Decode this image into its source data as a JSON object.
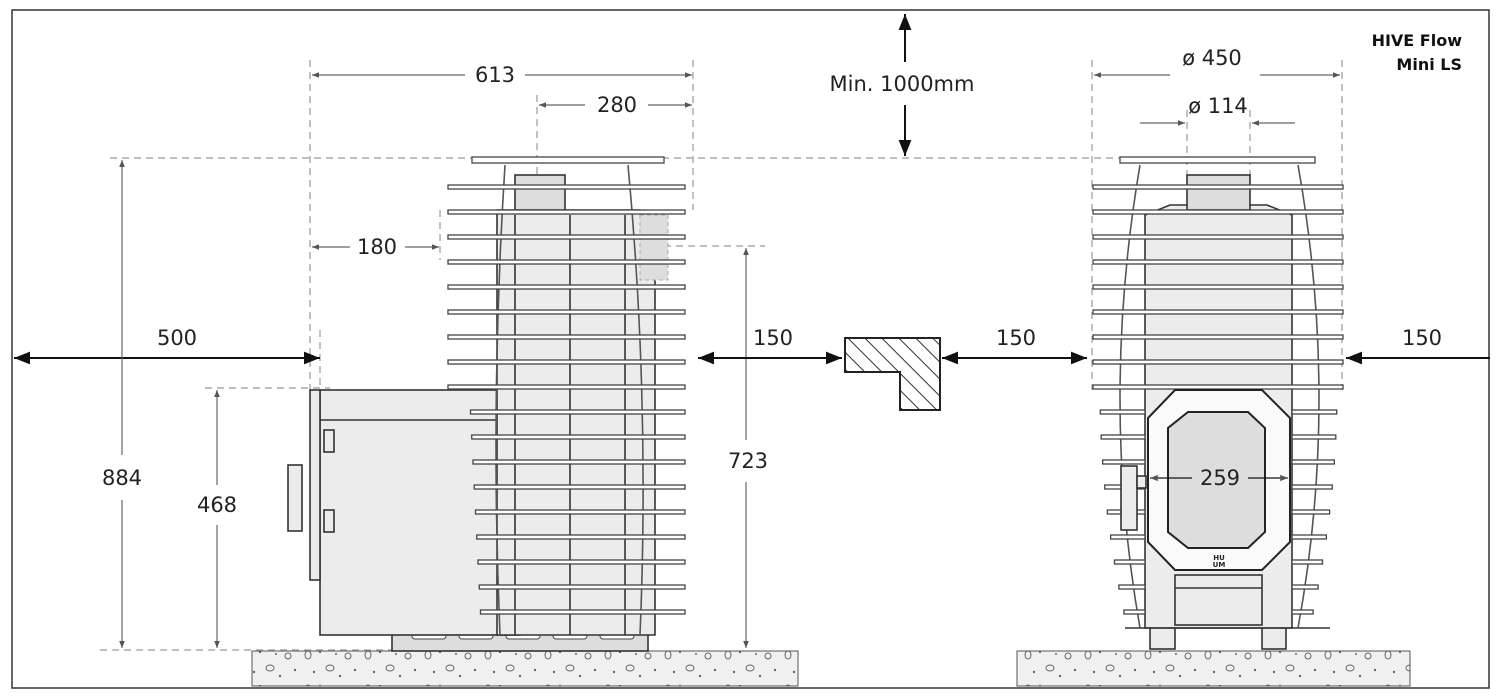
{
  "title": {
    "line1": "HIVE Flow",
    "line2": "Mini LS"
  },
  "logo": "HUUM",
  "dimensions": {
    "overall_depth": "613",
    "chimney_offset": "280",
    "firebox_to_cage": "180",
    "front_clearance": "500",
    "total_height": "884",
    "firebox_height": "468",
    "chimney_height": "723",
    "side_clearance_left": "150",
    "side_clearance_middle": "150",
    "side_clearance_right": "150",
    "ceiling_clearance": "Min. 1000mm",
    "diameter": "ø 450",
    "chimney_diameter": "ø 114",
    "door_width": "259"
  },
  "colors": {
    "line": "#333333",
    "fill": "#ececec",
    "dim": "#999999"
  }
}
